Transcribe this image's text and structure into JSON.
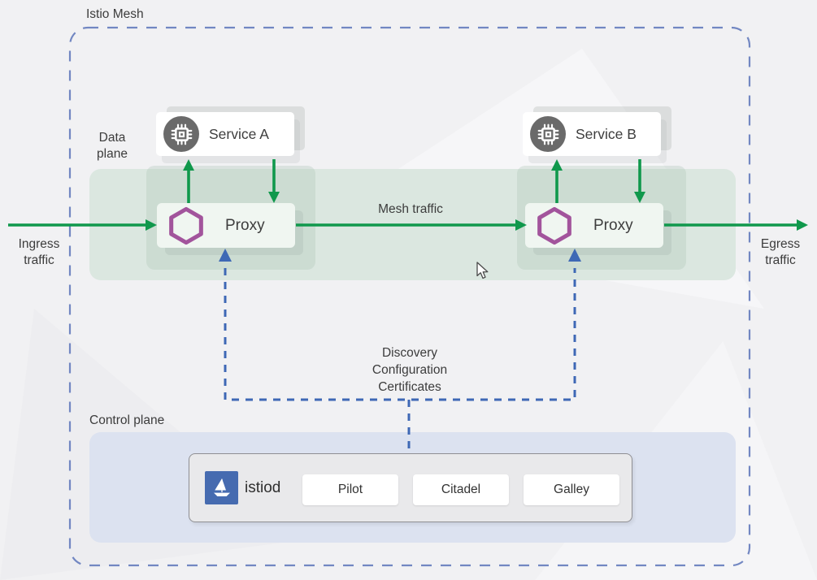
{
  "diagram": {
    "title": "Istio Mesh",
    "labels": {
      "data_plane": "Data plane",
      "control_plane": "Control plane",
      "ingress": "Ingress traffic",
      "egress": "Egress traffic",
      "mesh_traffic": "Mesh traffic",
      "control_channels": "Discovery Configuration Certificates"
    },
    "services": [
      {
        "name": "Service A",
        "icon": "chip-icon"
      },
      {
        "name": "Service B",
        "icon": "chip-icon"
      }
    ],
    "proxies": [
      {
        "name": "Proxy",
        "icon": "hexagon-sidecar-icon"
      },
      {
        "name": "Proxy",
        "icon": "hexagon-sidecar-icon"
      }
    ],
    "istiod": {
      "name": "istiod",
      "icon": "istio-sailboat-logo",
      "components": [
        "Pilot",
        "Citadel",
        "Galley"
      ]
    },
    "colors": {
      "traffic_green": "#10984c",
      "control_blue": "#3e68b5",
      "mesh_border_blue": "#7287c2",
      "proxy_hexagon_purple": "#a2549c",
      "istio_logo_blue": "#466bb0",
      "data_plane_band": "#dbe7e0",
      "control_plane_panel": "#dce2f0"
    }
  }
}
